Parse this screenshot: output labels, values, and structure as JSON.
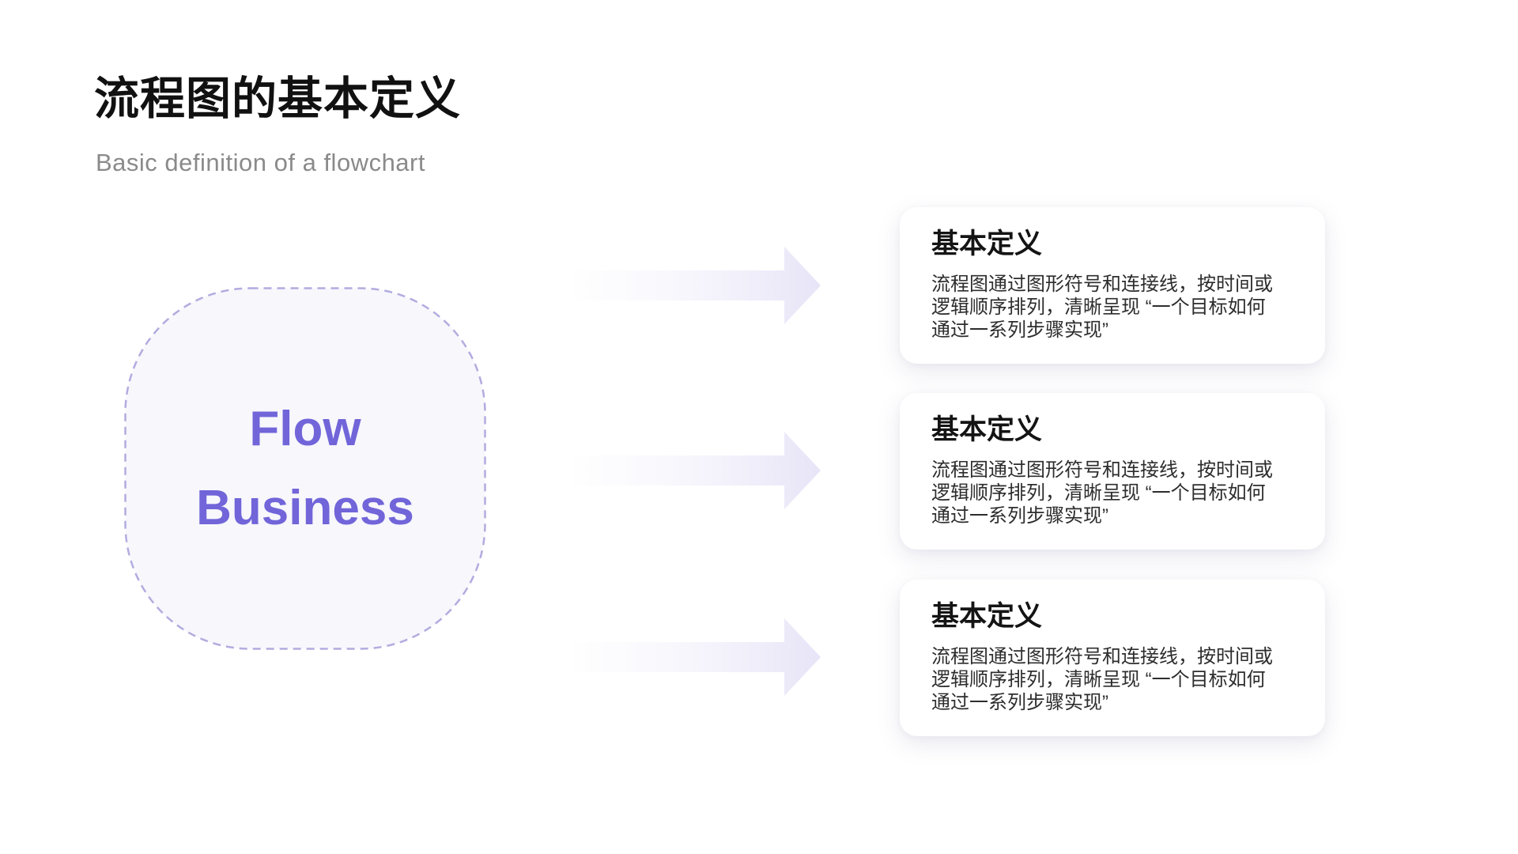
{
  "header": {
    "title": "流程图的基本定义",
    "subtitle": "Basic definition of a flowchart"
  },
  "node": {
    "line1": "Flow",
    "line2": "Business"
  },
  "cards": [
    {
      "title": "基本定义",
      "lines": [
        "流程图通过图形符号和连接线，按时间或",
        "逻辑顺序排列，清晰呈现 “一个目标如何",
        "通过一系列步骤实现”"
      ]
    },
    {
      "title": "基本定义",
      "lines": [
        "流程图通过图形符号和连接线，按时间或",
        "逻辑顺序排列，清晰呈现 “一个目标如何",
        "通过一系列步骤实现”"
      ]
    },
    {
      "title": "基本定义",
      "lines": [
        "流程图通过图形符号和连接线，按时间或",
        "逻辑顺序排列，清晰呈现 “一个目标如何",
        "通过一系列步骤实现”"
      ]
    }
  ],
  "icons": {
    "node_shape": "dashed-squircle",
    "arrow": "arrow-right-icon"
  },
  "colors": {
    "accent": "#7165d9",
    "node_fill": "#f7f7fc",
    "node_border": "#b2acdf",
    "arrow_gradient_start": "#fcfcfe",
    "arrow_gradient_end": "#e7e4f7",
    "title_text": "#111111",
    "subtitle_text": "#8a8a8a",
    "card_title_text": "#141414",
    "card_body_text": "#2d2d2d",
    "card_bg": "#ffffff",
    "background": "#ffffff"
  }
}
